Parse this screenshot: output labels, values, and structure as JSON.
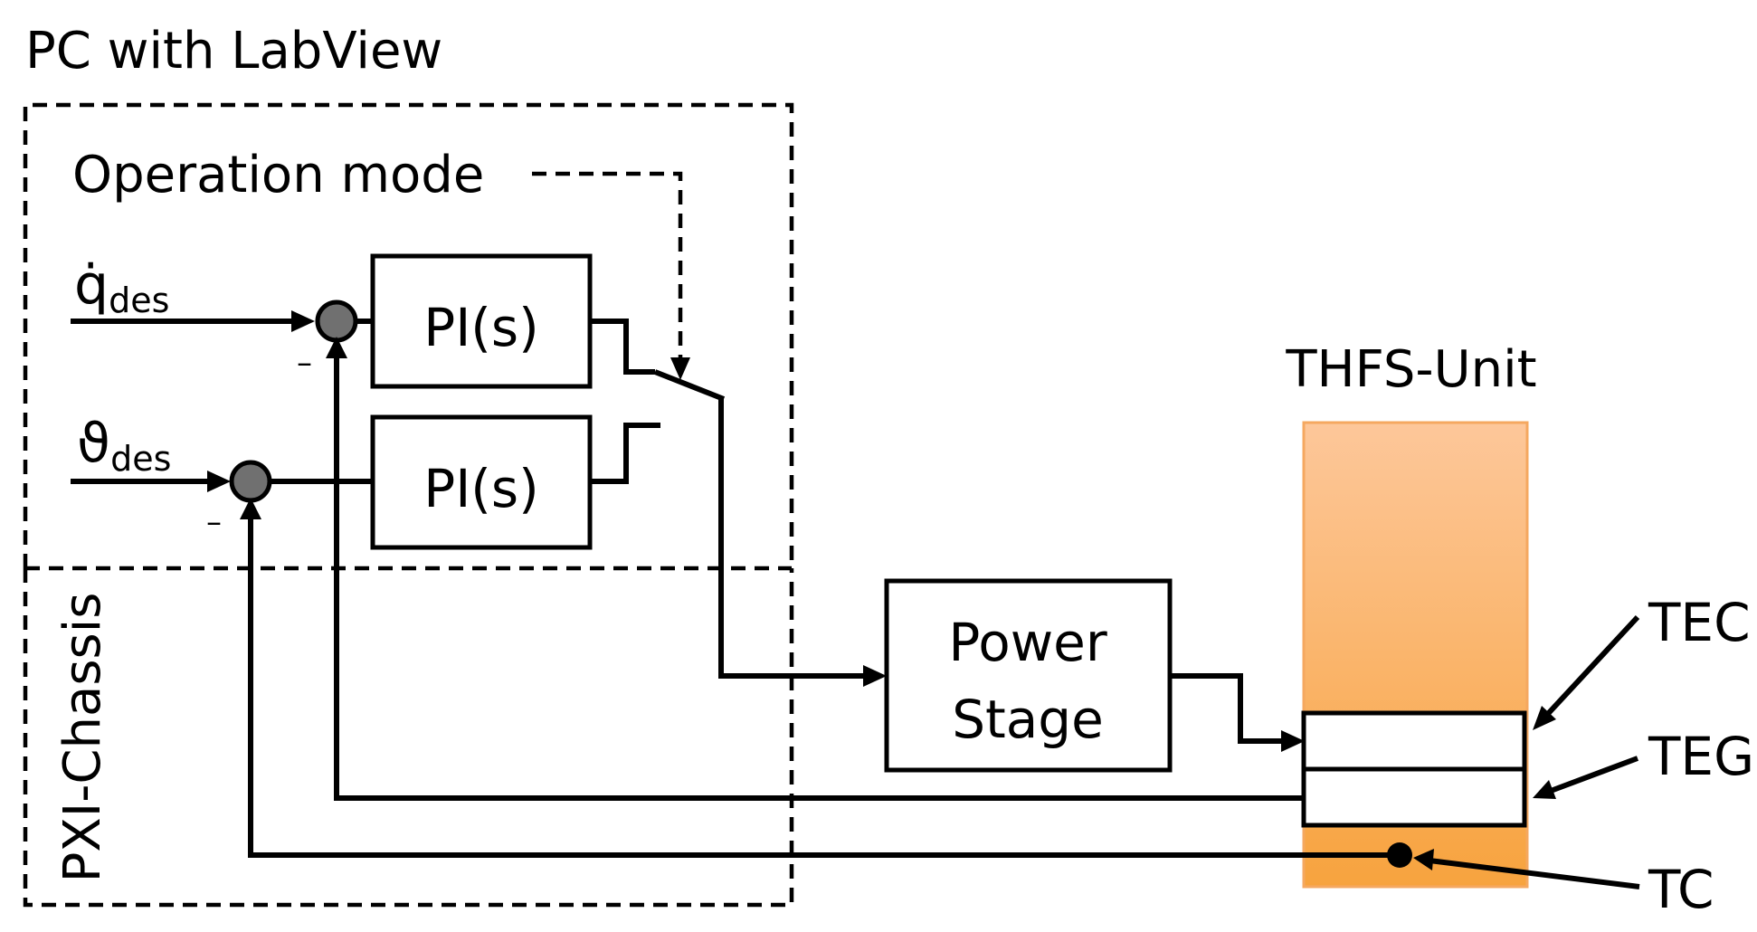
{
  "labels": {
    "pc_title": "PC with LabView",
    "operation_mode": "Operation mode",
    "qdes_symbol": "q̇",
    "qdes_sub": "des",
    "theta_symbol": "ϑ",
    "theta_sub": "des",
    "pi_top": "PI(s)",
    "pi_bottom": "PI(s)",
    "pxi": "PXI-Chassis",
    "power_stage_line1": "Power",
    "power_stage_line2": "Stage",
    "thfs": "THFS-Unit",
    "tec": "TEC",
    "teg": "TEG",
    "tc": "TC",
    "minus_top": "–",
    "minus_bottom": "–"
  },
  "colors": {
    "thfs_top": "#FDC79A",
    "thfs_bottom": "#F7A33E",
    "sum_fill": "#707070"
  }
}
